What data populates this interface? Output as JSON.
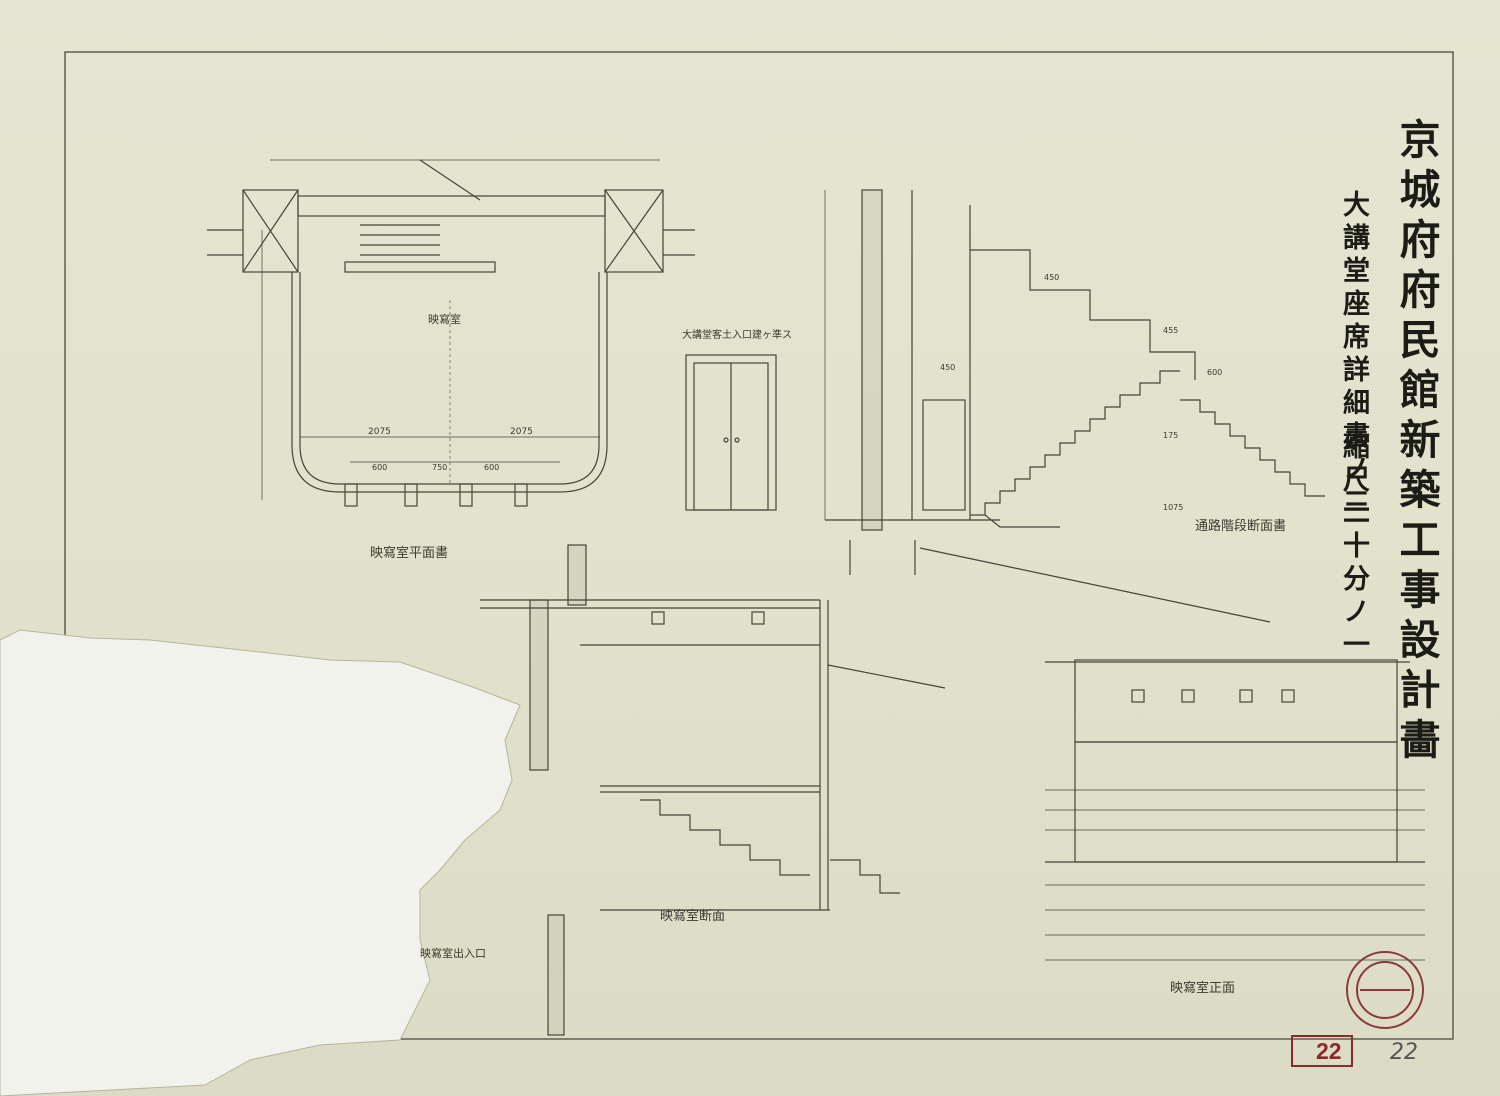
{
  "title_block": {
    "main_title": "京城府府民館新築工事設計畵",
    "sub_title": "大講堂座席詳細畵ノ二",
    "scale": "縮尺二十分ノ一"
  },
  "drawing_labels": {
    "projection_room_plan": "映寫室平面畵",
    "projection_room_section": "映寫室断面",
    "projection_room_elevation": "映寫室正面",
    "projection_room_entrance": "映寫室出入口",
    "aisle_stair_section": "通路階段断面畵",
    "projection_room_name": "映寫室",
    "auditorium_entrance_note": "大講堂客土入口建ヶ準ス"
  },
  "dimensions": {
    "plan_half_width_left": "2075",
    "plan_half_width_right": "2075",
    "opening_1": "600",
    "opening_2": "750",
    "opening_3": "600",
    "stair_rise_1": "450",
    "stair_rise_2": "455",
    "stair_rise_3": "600",
    "tread_1": "175",
    "tread_2": "1075",
    "tread_3": "450"
  },
  "sheet_number": {
    "stamp": "22",
    "pencil": "22"
  },
  "colors": {
    "paper": "#e3e2cf",
    "ink": "#3a3a30",
    "stamp": "#8a2a2a"
  }
}
